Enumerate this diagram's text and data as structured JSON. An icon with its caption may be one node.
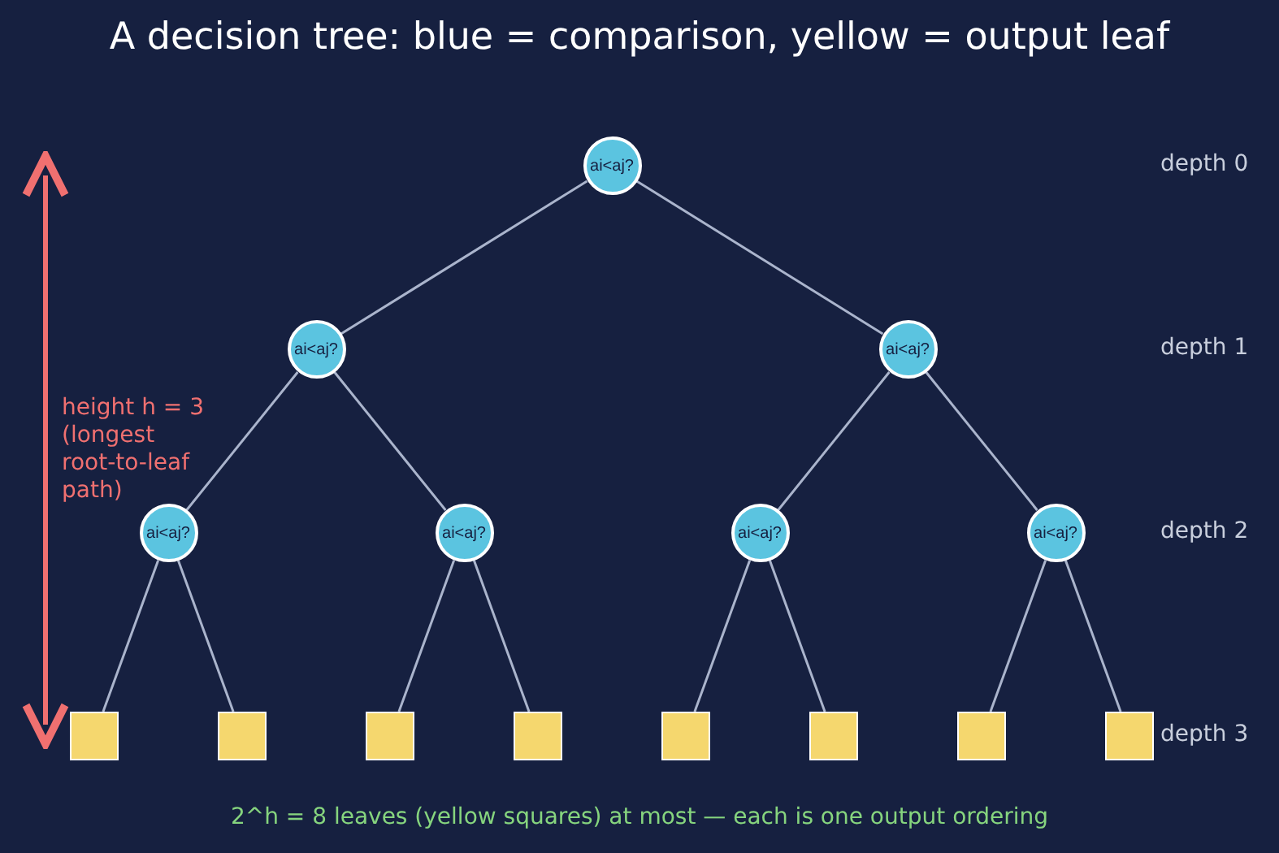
{
  "diagram": {
    "title": "A decision tree: blue = comparison, yellow = output leaf",
    "nodes": [
      {
        "text": [
          "ai<aj?"
        ]
      },
      {
        "text": [
          "ai<aj?"
        ]
      },
      {
        "text": [
          "ai<aj?"
        ]
      },
      {
        "text": [
          "ai<aj?"
        ]
      },
      {
        "text": [
          "ai<aj?"
        ]
      },
      {
        "text": [
          "ai<aj?"
        ]
      },
      {
        "text": [
          "ai<aj?"
        ]
      },
      {
        "text": [],
        "shape": "box"
      },
      {
        "text": [],
        "shape": "box"
      },
      {
        "text": [],
        "shape": "box"
      },
      {
        "text": [],
        "shape": "box"
      },
      {
        "text": [],
        "shape": "box"
      },
      {
        "text": [],
        "shape": "box"
      },
      {
        "text": [],
        "shape": "box"
      },
      {
        "text": [],
        "shape": "box"
      }
    ],
    "edges": [
      {
        "from": 0,
        "to": 1,
        "arrow": "none"
      },
      {
        "from": 0,
        "to": 2,
        "arrow": "none"
      },
      {
        "from": 1,
        "to": 3,
        "arrow": "none"
      },
      {
        "from": 1,
        "to": 4,
        "arrow": "none"
      },
      {
        "from": 2,
        "to": 5,
        "arrow": "none"
      },
      {
        "from": 2,
        "to": 6,
        "arrow": "none"
      },
      {
        "from": 3,
        "to": 7,
        "arrow": "none"
      },
      {
        "from": 3,
        "to": 8,
        "arrow": "none"
      },
      {
        "from": 4,
        "to": 9,
        "arrow": "none"
      },
      {
        "from": 4,
        "to": 10,
        "arrow": "none"
      },
      {
        "from": 5,
        "to": 11,
        "arrow": "none"
      },
      {
        "from": 5,
        "to": 12,
        "arrow": "none"
      },
      {
        "from": 6,
        "to": 13,
        "arrow": "none"
      },
      {
        "from": 6,
        "to": 14,
        "arrow": "none"
      }
    ],
    "labels": [
      "depth 0",
      "depth 1",
      "depth 2",
      "depth 3",
      "height h = 3 (longest root-to-leaf path)"
    ],
    "caption": "2^h = 8 leaves (yellow squares) at most — each is one output ordering"
  }
}
